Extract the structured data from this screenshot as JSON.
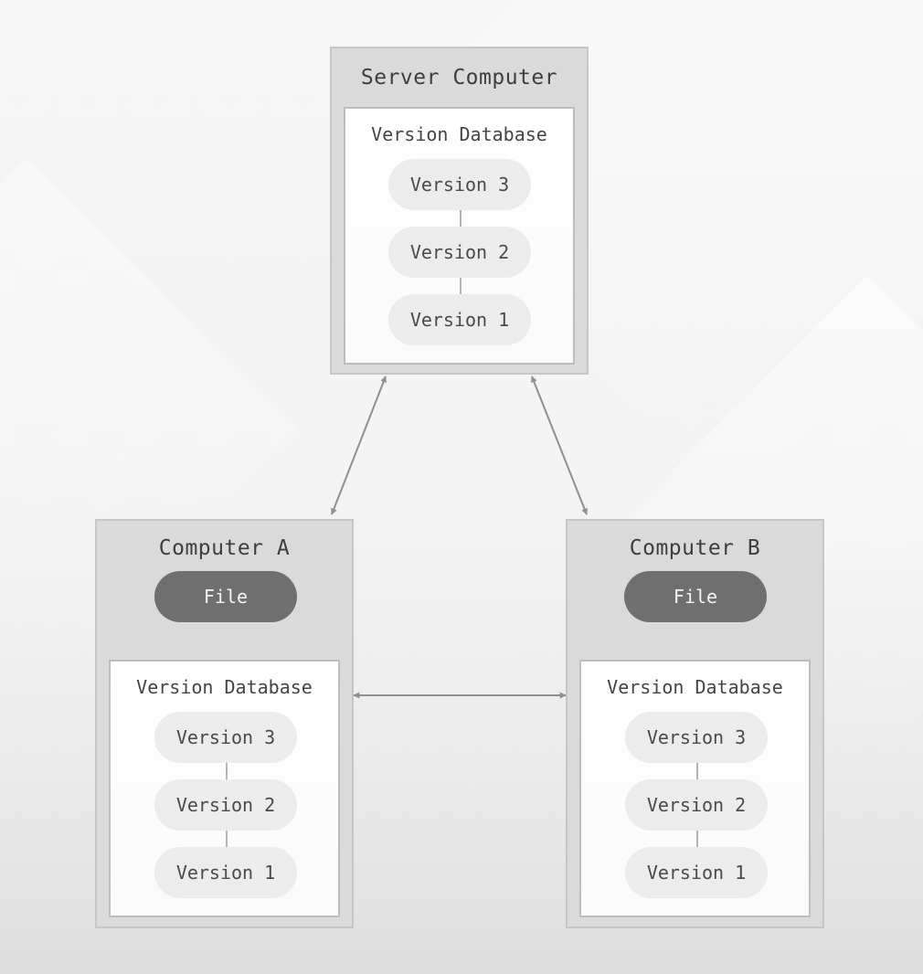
{
  "diagram": {
    "server": {
      "title": "Server Computer",
      "database": {
        "title": "Version Database",
        "versions": [
          "Version 3",
          "Version 2",
          "Version 1"
        ]
      }
    },
    "computer_a": {
      "title": "Computer A",
      "file": "File",
      "database": {
        "title": "Version Database",
        "versions": [
          "Version 3",
          "Version 2",
          "Version 1"
        ]
      }
    },
    "computer_b": {
      "title": "Computer B",
      "file": "File",
      "database": {
        "title": "Version Database",
        "versions": [
          "Version 3",
          "Version 2",
          "Version 1"
        ]
      }
    }
  },
  "colors": {
    "computer_fill": "#dadada",
    "database_fill": "#ffffff",
    "version_pill_fill": "#ececec",
    "file_pill_fill": "#6f6f6f",
    "connector": "#8f8f8f"
  }
}
